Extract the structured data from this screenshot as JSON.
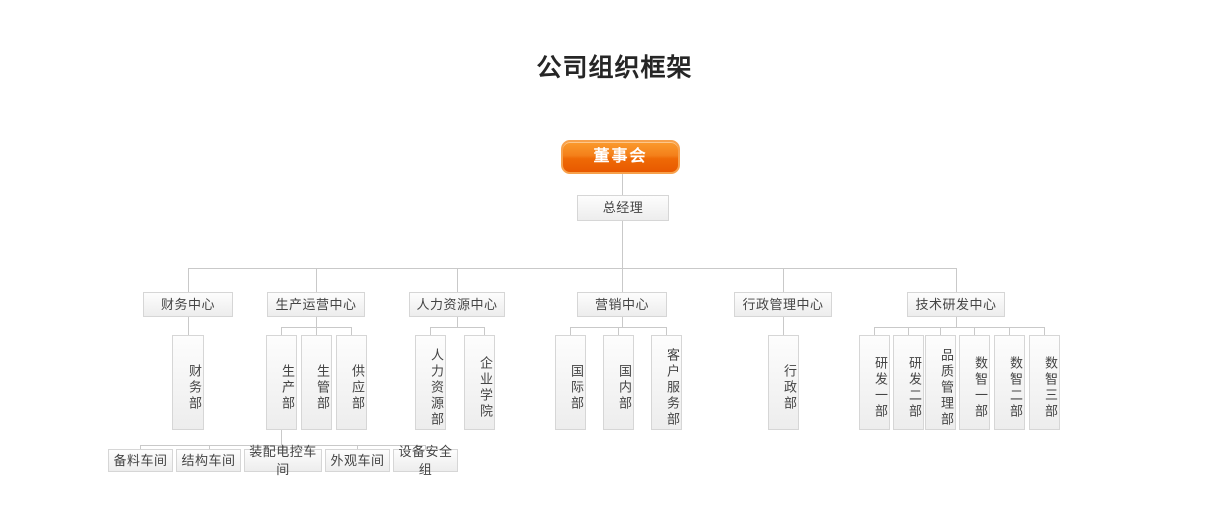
{
  "page": {
    "title": "公司组织框架",
    "accent_color": "#ef6a06",
    "box_border_color": "#d6d6d6",
    "line_color": "#c9c9c9",
    "background": "#ffffff"
  },
  "org": {
    "root": {
      "label": "董事会"
    },
    "level2": {
      "label": "总经理"
    },
    "centers": [
      {
        "label": "财务中心"
      },
      {
        "label": "生产运营中心"
      },
      {
        "label": "人力资源中心"
      },
      {
        "label": "营销中心"
      },
      {
        "label": "行政管理中心"
      },
      {
        "label": "技术研发中心"
      }
    ],
    "departments": [
      {
        "label": "财务部"
      },
      {
        "label": "生产部"
      },
      {
        "label": "生管部"
      },
      {
        "label": "供应部"
      },
      {
        "label": "人力资源部"
      },
      {
        "label": "企业学院"
      },
      {
        "label": "国际部"
      },
      {
        "label": "国内部"
      },
      {
        "label": "客户服务部"
      },
      {
        "label": "行政部"
      },
      {
        "label": "研发一部"
      },
      {
        "label": "研发二部"
      },
      {
        "label": "品质管理部"
      },
      {
        "label": "数智一部"
      },
      {
        "label": "数智二部"
      },
      {
        "label": "数智三部"
      }
    ],
    "workshops": [
      {
        "label": "备料车间"
      },
      {
        "label": "结构车间"
      },
      {
        "label": "装配电控车间"
      },
      {
        "label": "外观车间"
      },
      {
        "label": "设备安全组"
      }
    ]
  }
}
